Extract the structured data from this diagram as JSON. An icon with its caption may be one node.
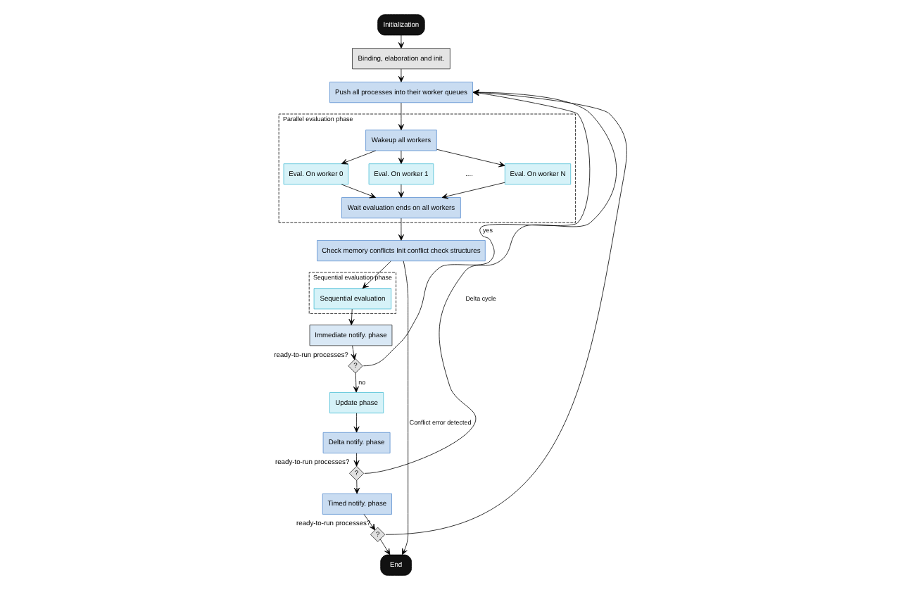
{
  "diagram": {
    "nodes": [
      {
        "text": [
          "Initialization"
        ]
      },
      {
        "text": [
          "Binding, elaboration and init."
        ]
      },
      {
        "text": [
          "Push all processes into their worker queues"
        ]
      },
      {
        "text": [
          "Parallel evaluation phase"
        ]
      },
      {
        "text": [
          "Wakeup all workers"
        ],
        "in": 3
      },
      {
        "text": [
          "Eval. On worker 0"
        ],
        "in": 3
      },
      {
        "text": [
          "Eval. On worker 1"
        ],
        "in": 3
      },
      {
        "text": [
          "Eval. On worker N"
        ],
        "in": 3
      },
      {
        "text": [
          "Wait evaluation ends on all workers"
        ],
        "in": 3
      },
      {
        "text": [
          "Check memory conflicts Init conflict check structures"
        ]
      },
      {
        "text": [
          "Sequential evaluation phase"
        ]
      },
      {
        "text": [
          "Sequential evaluation"
        ],
        "in": 10
      },
      {
        "text": [
          "Immediate notify. phase"
        ]
      },
      {
        "text": [
          "?"
        ],
        "beside": [
          "ready-to-run processes?"
        ]
      },
      {
        "text": [
          "Update phase"
        ]
      },
      {
        "text": [
          "Delta notify. phase"
        ]
      },
      {
        "text": [
          "?"
        ],
        "beside": [
          "ready-to-run processes?"
        ]
      },
      {
        "text": [
          "Timed notify. phase"
        ]
      },
      {
        "text": [
          "?"
        ],
        "beside": [
          "ready-to-run processes?"
        ]
      },
      {
        "text": [
          "End"
        ]
      }
    ],
    "edges": [
      {
        "from": 0,
        "to": 1,
        "arrow": "to"
      },
      {
        "from": 1,
        "to": 2,
        "arrow": "to"
      },
      {
        "from": 2,
        "to": 4,
        "arrow": "to"
      },
      {
        "from": 4,
        "to": 5,
        "arrow": "to"
      },
      {
        "from": 4,
        "to": 6,
        "arrow": "to"
      },
      {
        "from": 4,
        "to": 7,
        "arrow": "to"
      },
      {
        "from": 5,
        "to": 8,
        "arrow": "to"
      },
      {
        "from": 6,
        "to": 8,
        "arrow": "to"
      },
      {
        "from": 7,
        "to": 8,
        "arrow": "to"
      },
      {
        "from": 8,
        "to": 9,
        "arrow": "to"
      },
      {
        "from": 9,
        "to": 11,
        "arrow": "to"
      },
      {
        "from": 11,
        "to": 12,
        "arrow": "to"
      },
      {
        "from": 9,
        "to": 19,
        "arrow": "to",
        "label": "Conflict error detected"
      },
      {
        "from": 12,
        "to": 13,
        "arrow": "to"
      },
      {
        "from": 13,
        "to": 2,
        "arrow": "to",
        "label": "yes"
      },
      {
        "from": 13,
        "to": 14,
        "arrow": "to",
        "label": "no"
      },
      {
        "from": 14,
        "to": 15,
        "arrow": "to"
      },
      {
        "from": 15,
        "to": 16,
        "arrow": "to"
      },
      {
        "from": 16,
        "to": 2,
        "arrow": "to",
        "label": "Delta cycle"
      },
      {
        "from": 16,
        "to": 17,
        "arrow": "to"
      },
      {
        "from": 17,
        "to": 18,
        "arrow": "to"
      },
      {
        "from": 18,
        "to": 2,
        "arrow": "to"
      },
      {
        "from": 18,
        "to": 19,
        "arrow": "to"
      }
    ],
    "labels": [
      "...."
    ]
  }
}
